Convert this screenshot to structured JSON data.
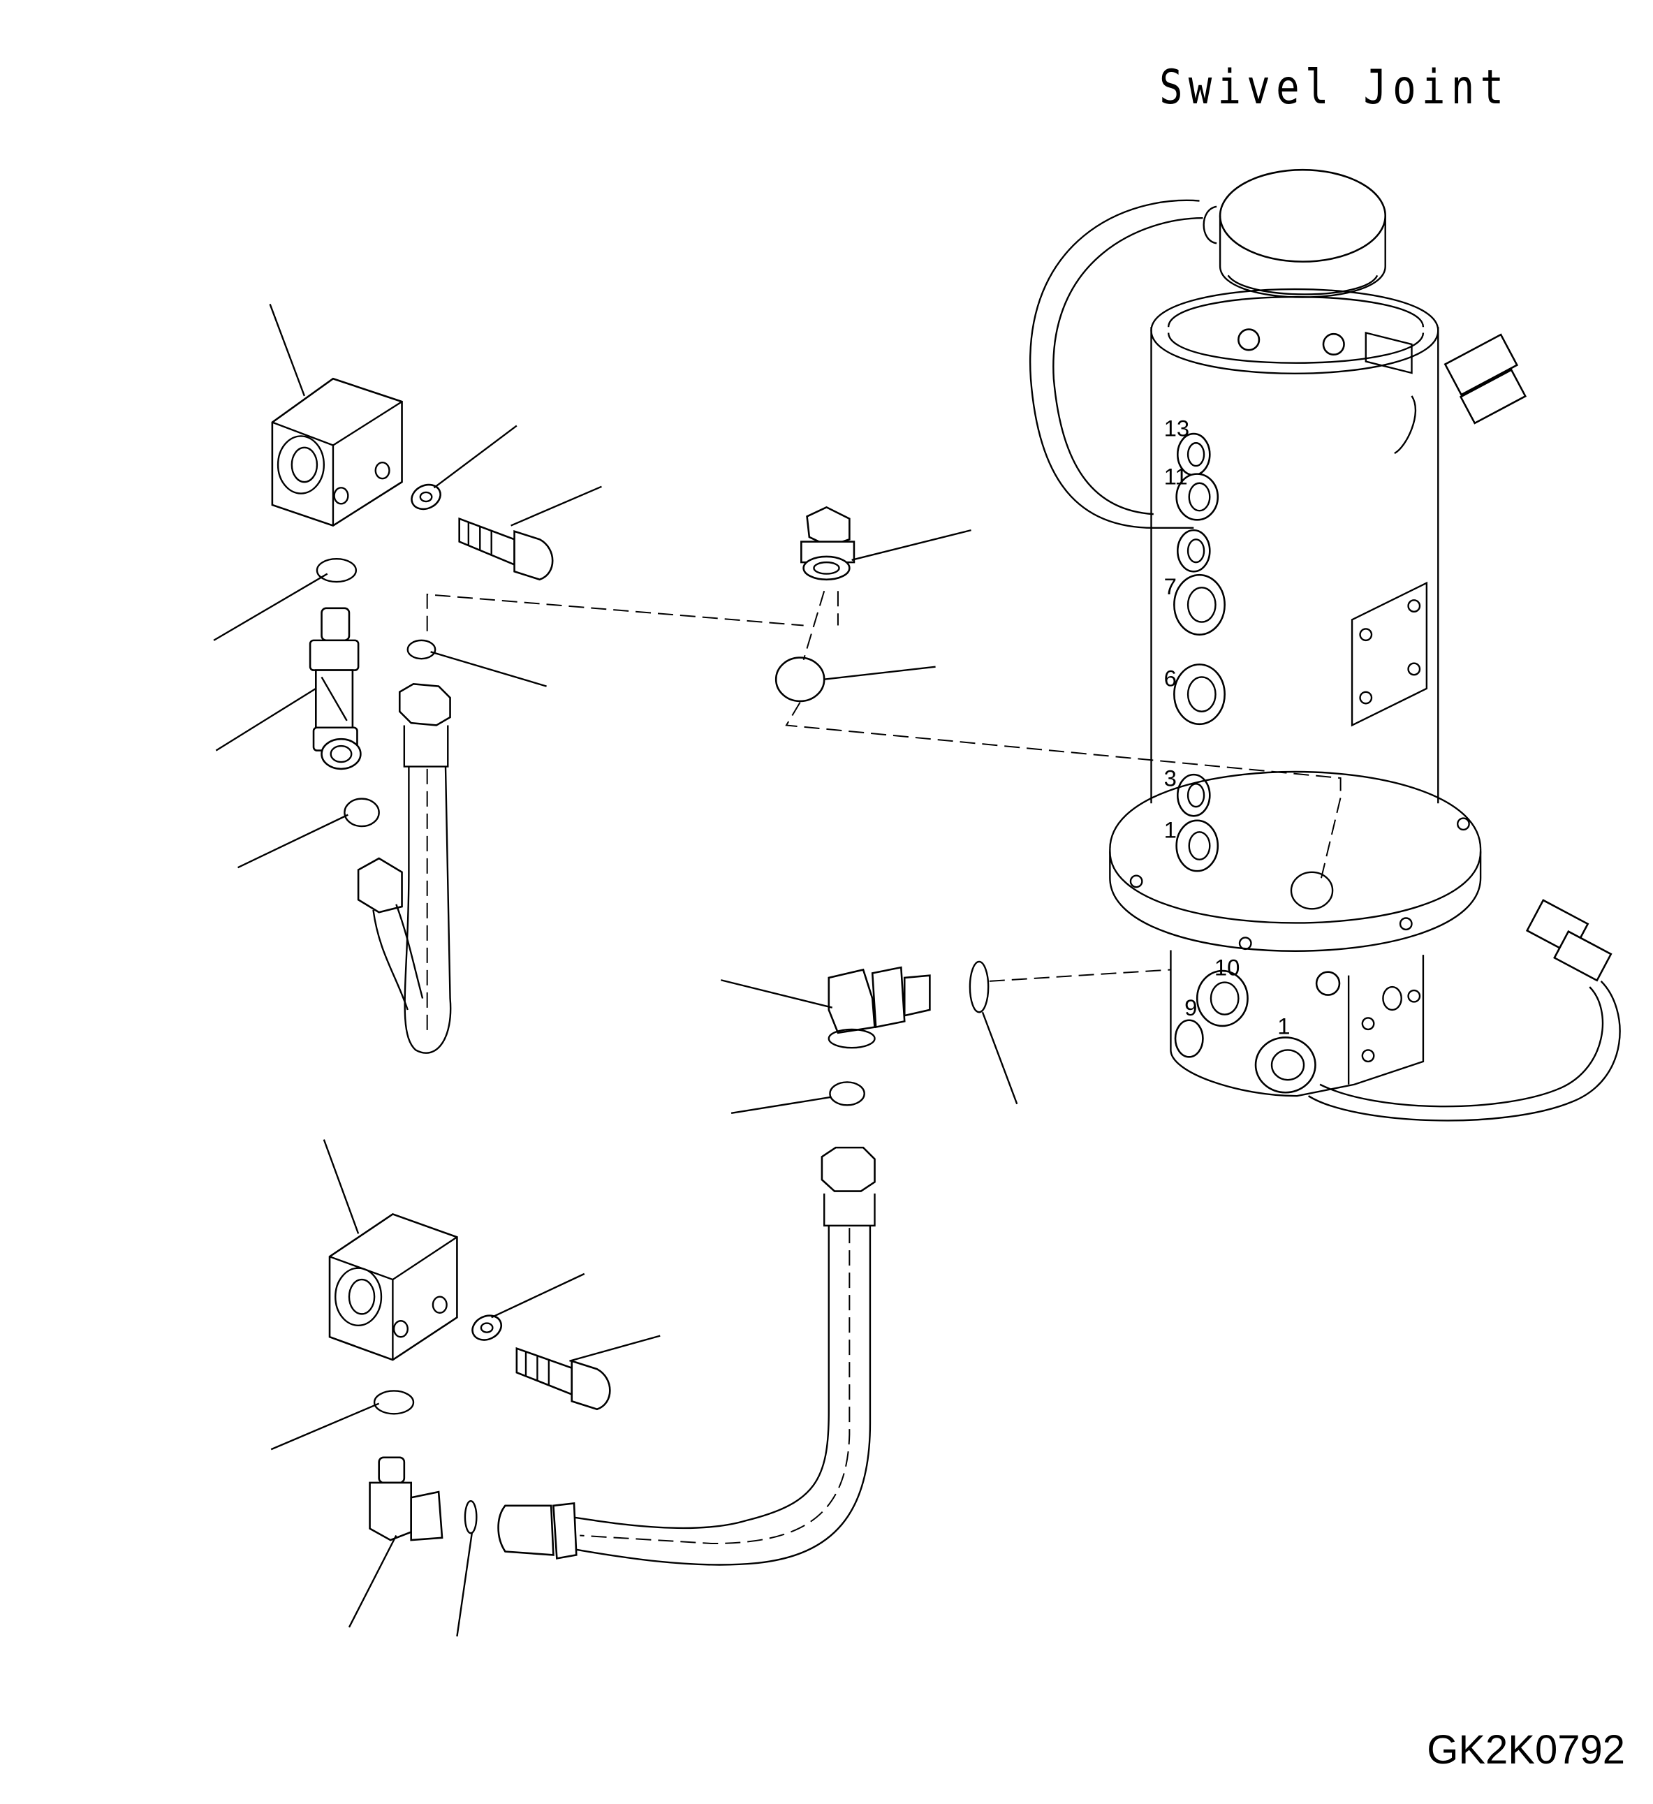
{
  "diagram": {
    "title": "Swivel Joint",
    "drawing_code": "GK2K0792",
    "port_labels": [
      "13",
      "11",
      "7",
      "6",
      "3",
      "1",
      "10",
      "9",
      "1"
    ]
  }
}
